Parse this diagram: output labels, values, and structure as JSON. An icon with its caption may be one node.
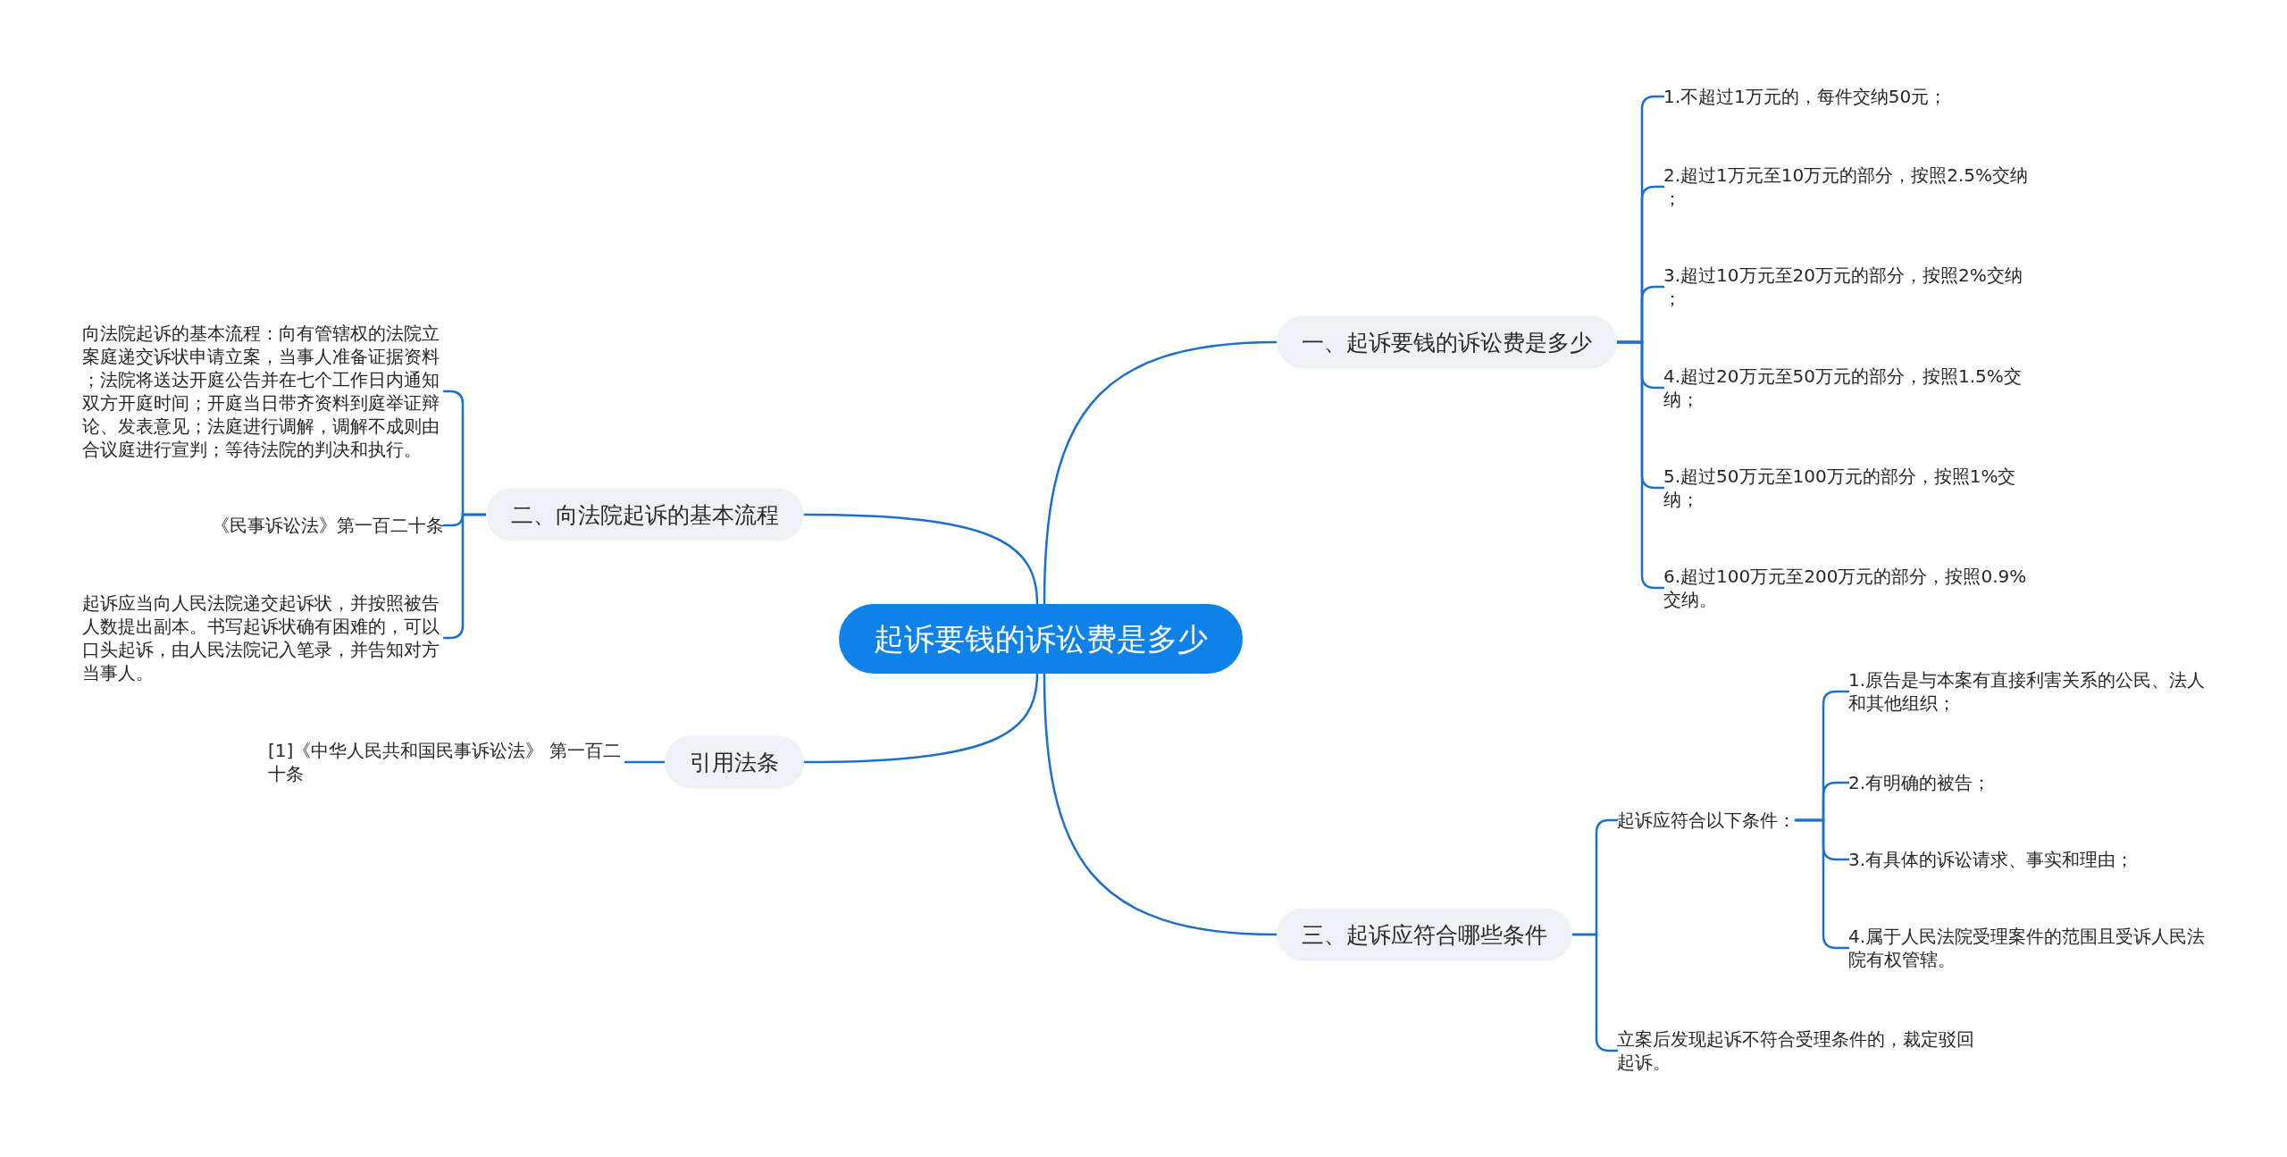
{
  "diagram": {
    "nodes": [
      {
        "text": [
          "起诉要钱的诉讼费是多少"
        ]
      },
      {
        "text": [
          "一、起诉要钱的诉讼费是多少"
        ]
      },
      {
        "text": [
          "1.不超过1万元的，每件交纳50元；"
        ]
      },
      {
        "text": [
          "2.超过1万元至10万元的部分，按照2.5%交纳；"
        ]
      },
      {
        "text": [
          "3.超过10万元至20万元的部分，按照2%交纳；"
        ]
      },
      {
        "text": [
          "4.超过20万元至50万元的部分，按照1.5%交纳；"
        ]
      },
      {
        "text": [
          "5.超过50万元至100万元的部分，按照1%交纳；"
        ]
      },
      {
        "text": [
          "6.超过100万元至200万元的部分，按照0.9%交纳。"
        ]
      },
      {
        "text": [
          "三、起诉应符合哪些条件"
        ]
      },
      {
        "text": [
          "起诉应符合以下条件："
        ]
      },
      {
        "text": [
          "1.原告是与本案有直接利害关系的公民、法人和其他组织；"
        ]
      },
      {
        "text": [
          "2.有明确的被告；"
        ]
      },
      {
        "text": [
          "3.有具体的诉讼请求、事实和理由；"
        ]
      },
      {
        "text": [
          "4.属于人民法院受理案件的范围且受诉人民法院有权管辖。"
        ]
      },
      {
        "text": [
          "立案后发现起诉不符合受理条件的，裁定驳回起诉。"
        ]
      },
      {
        "text": [
          "二、向法院起诉的基本流程"
        ]
      },
      {
        "text": [
          "向法院起诉的基本流程：向有管辖权的法院立案庭递交诉状申请立案，当事人准备证据资料；法院将送达开庭公告并在七个工作日内通知双方开庭时间；开庭当日带齐资料到庭举证辩论、发表意见；法庭进行调解，调解不成则由合议庭进行宣判；等待法院的判决和执行。"
        ]
      },
      {
        "text": [
          "《民事诉讼法》第一百二十条"
        ]
      },
      {
        "text": [
          "起诉应当向人民法院递交起诉状，并按照被告人数提出副本。书写起诉状确有困难的，可以口头起诉，由人民法院记入笔录，并告知对方当事人。"
        ]
      },
      {
        "text": [
          "引用法条"
        ]
      },
      {
        "text": [
          "[1]《中华人民共和国民事诉讼法》 第一百二十条"
        ]
      }
    ],
    "edges": [
      {
        "from": 0,
        "to": 1,
        "arrow": "none"
      },
      {
        "from": 1,
        "to": 2,
        "arrow": "none"
      },
      {
        "from": 1,
        "to": 3,
        "arrow": "none"
      },
      {
        "from": 1,
        "to": 4,
        "arrow": "none"
      },
      {
        "from": 1,
        "to": 5,
        "arrow": "none"
      },
      {
        "from": 1,
        "to": 6,
        "arrow": "none"
      },
      {
        "from": 1,
        "to": 7,
        "arrow": "none"
      },
      {
        "from": 0,
        "to": 8,
        "arrow": "none"
      },
      {
        "from": 8,
        "to": 9,
        "arrow": "none"
      },
      {
        "from": 9,
        "to": 10,
        "arrow": "none"
      },
      {
        "from": 9,
        "to": 11,
        "arrow": "none"
      },
      {
        "from": 9,
        "to": 12,
        "arrow": "none"
      },
      {
        "from": 9,
        "to": 13,
        "arrow": "none"
      },
      {
        "from": 8,
        "to": 14,
        "arrow": "none"
      },
      {
        "from": 0,
        "to": 15,
        "arrow": "none"
      },
      {
        "from": 15,
        "to": 16,
        "arrow": "none"
      },
      {
        "from": 15,
        "to": 17,
        "arrow": "none"
      },
      {
        "from": 15,
        "to": 18,
        "arrow": "none"
      },
      {
        "from": 0,
        "to": 19,
        "arrow": "none"
      },
      {
        "from": 19,
        "to": 20,
        "arrow": "none"
      }
    ]
  }
}
